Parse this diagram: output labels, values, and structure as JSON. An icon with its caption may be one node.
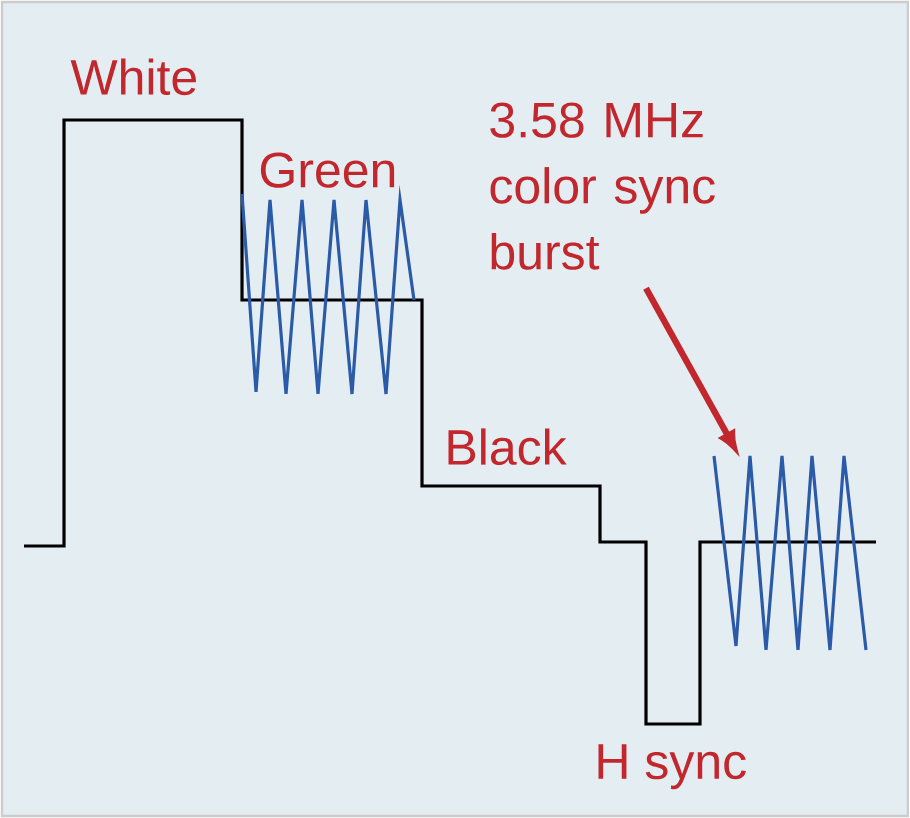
{
  "diagram": {
    "nodes": [
      {
        "text": [
          "3.58 MHz color sync burst"
        ]
      },
      {
        "text": [],
        "shape": "picture"
      }
    ],
    "edges": [
      {
        "from": 0,
        "to": 1,
        "arrow": "to"
      }
    ],
    "labels": [
      "White",
      "Green",
      "Black",
      "H sync"
    ]
  }
}
